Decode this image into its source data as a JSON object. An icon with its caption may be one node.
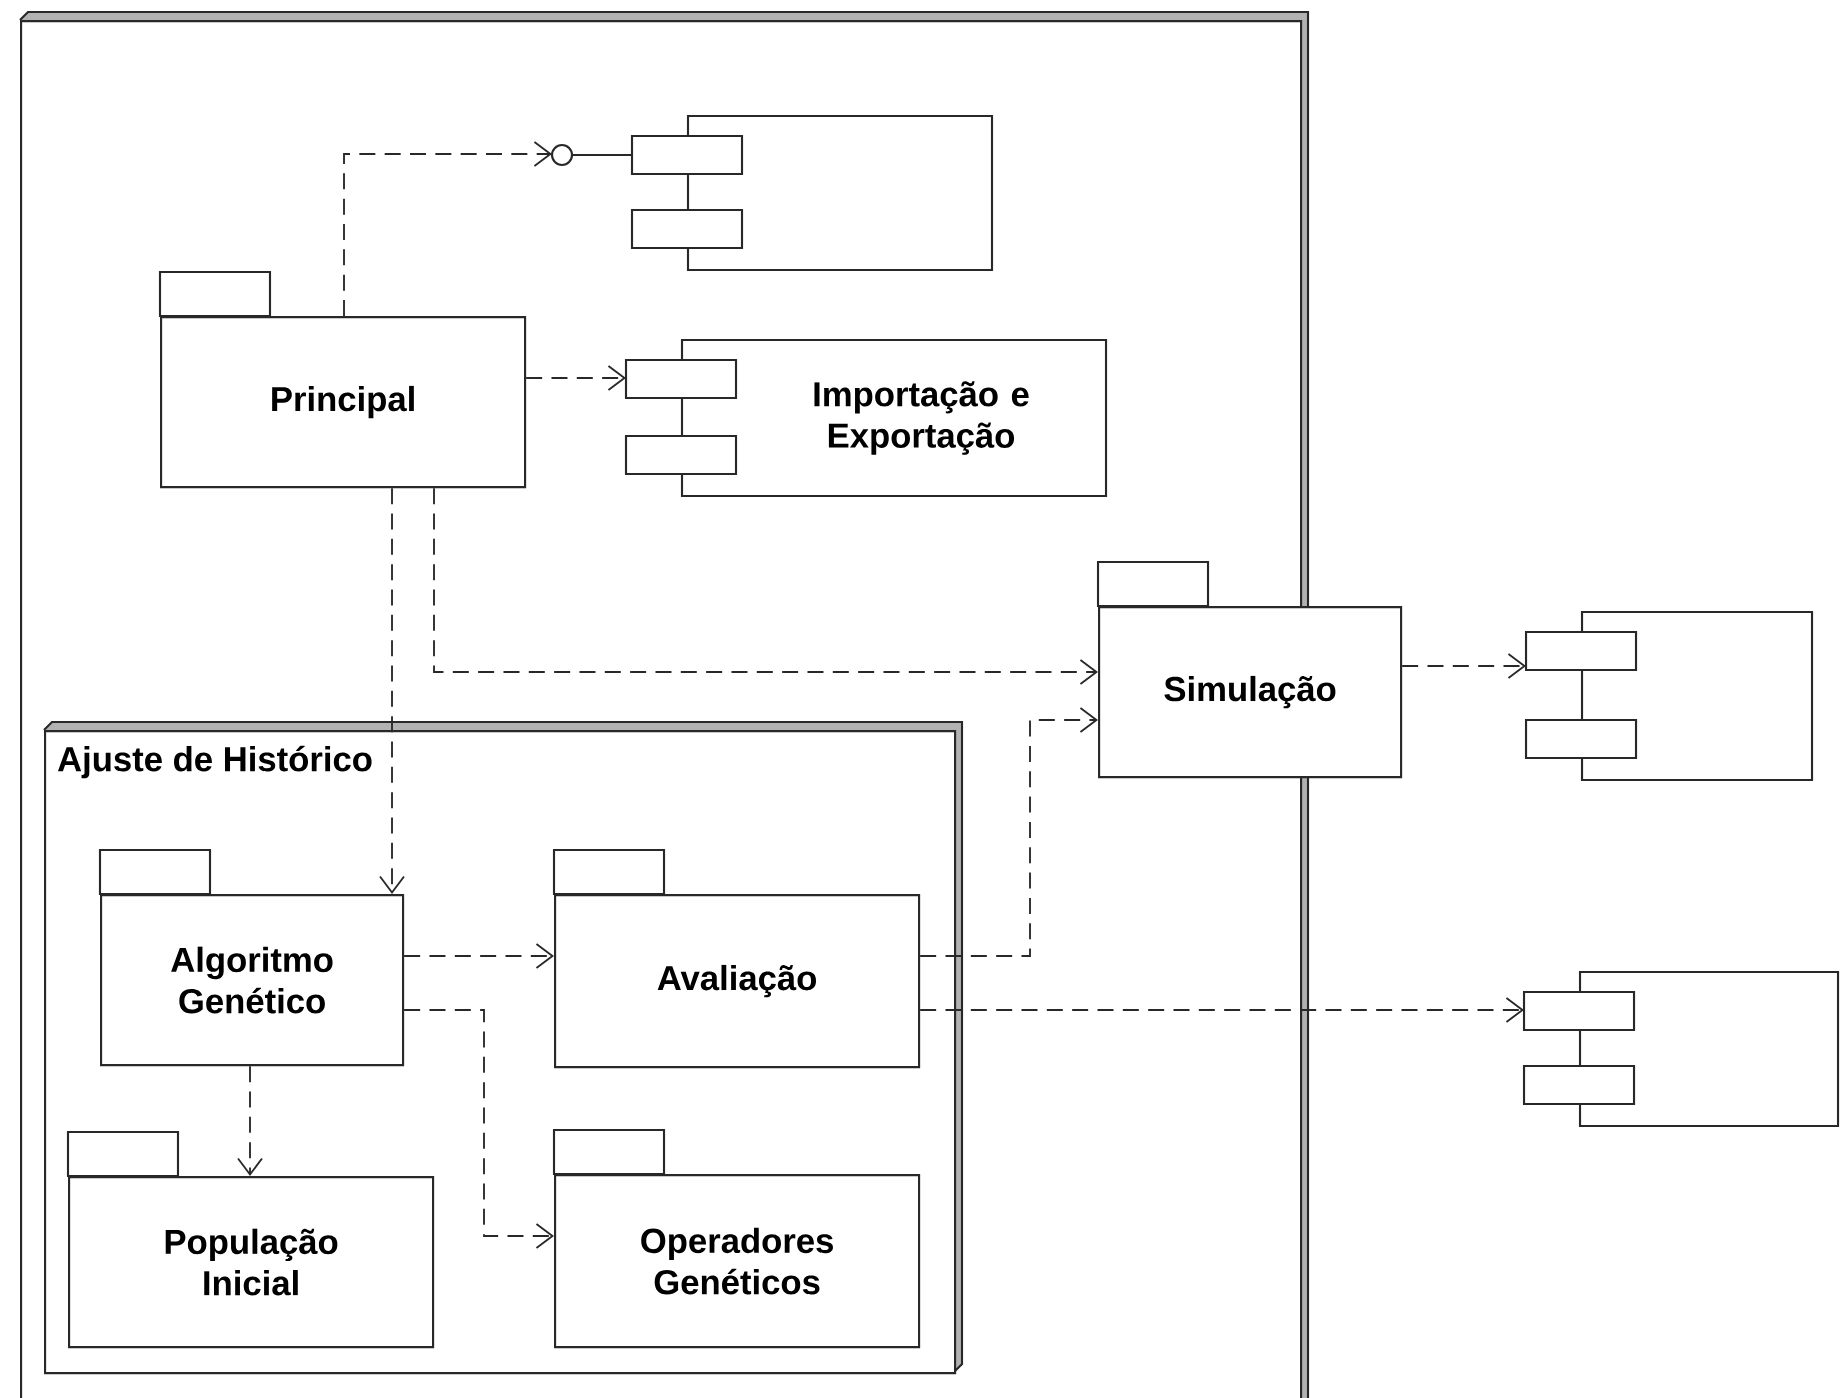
{
  "diagram": {
    "nodes": [
      {
        "text": [],
        "shape": "box"
      },
      {
        "text": [],
        "shape": "component",
        "in": 0
      },
      {
        "text": [
          "Principal"
        ],
        "in": 0
      },
      {
        "text": [
          "Importação e Exportação"
        ],
        "in": 0
      },
      {
        "text": [
          "Simulação"
        ],
        "in": 0
      },
      {
        "text": [],
        "shape": "component"
      },
      {
        "text": [
          "Ajuste de Histórico"
        ],
        "in": 0
      },
      {
        "text": [
          "Algoritmo Genético"
        ],
        "in": 6
      },
      {
        "text": [
          "Avaliação"
        ],
        "in": 6
      },
      {
        "text": [],
        "shape": "component"
      },
      {
        "text": [
          "População Inicial"
        ],
        "in": 6
      },
      {
        "text": [
          "Operadores Genéticos"
        ],
        "in": 6
      }
    ],
    "edges": [
      {
        "from": 2,
        "to": 1,
        "arrow": "to",
        "style": "dashed"
      },
      {
        "from": 2,
        "to": 3,
        "arrow": "to",
        "style": "dashed"
      },
      {
        "from": 2,
        "to": 4,
        "arrow": "to",
        "style": "dashed"
      },
      {
        "from": 2,
        "to": 7,
        "arrow": "to",
        "style": "dashed"
      },
      {
        "from": 7,
        "to": 8,
        "arrow": "to",
        "style": "dashed"
      },
      {
        "from": 7,
        "to": 11,
        "arrow": "to",
        "style": "dashed"
      },
      {
        "from": 7,
        "to": 10,
        "arrow": "to",
        "style": "dashed"
      },
      {
        "from": 8,
        "to": 4,
        "arrow": "to",
        "style": "dashed"
      },
      {
        "from": 8,
        "to": 9,
        "arrow": "to",
        "style": "dashed"
      },
      {
        "from": 4,
        "to": 5,
        "arrow": "to",
        "style": "dashed"
      }
    ]
  }
}
